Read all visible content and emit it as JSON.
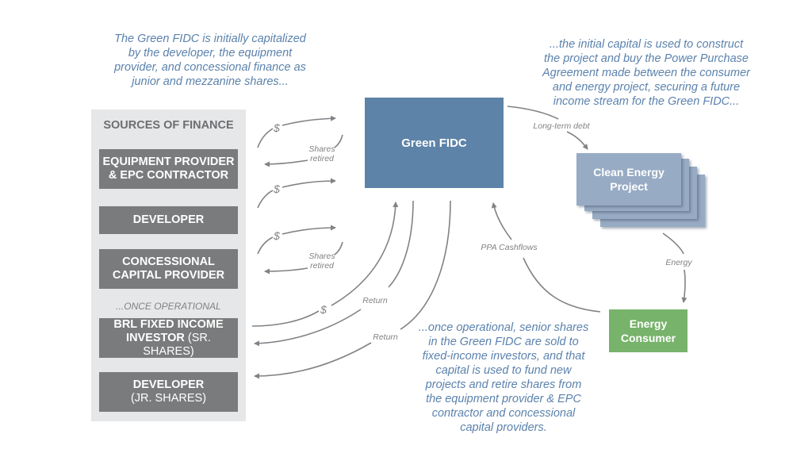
{
  "captions": {
    "top_left": "The Green FIDC is initially capitalized by the developer, the equipment provider, and concessional finance as junior and mezzanine shares...",
    "top_left_lines": [
      "The Green FIDC is initially capitalized",
      "by the developer, the equipment",
      "provider, and concessional finance as",
      "junior and mezzanine shares..."
    ],
    "top_right_lines": [
      "...the initial capital is used to construct",
      "the project and buy the Power Purchase",
      "Agreement made between the consumer",
      "and energy project, securing a future",
      "income stream for the Green FIDC..."
    ],
    "bottom_lines": [
      "...once operational, senior shares",
      "in the Green FIDC are sold to",
      "fixed-income investors, and that",
      "capital is used to fund new",
      "projects and retire shares from",
      "the equipment provider & EPC",
      "contractor and concessional",
      "capital providers."
    ]
  },
  "sources_panel": {
    "title": "SOURCES OF FINANCE",
    "items": [
      {
        "line1": "EQUIPMENT PROVIDER",
        "line2": "& EPC CONTRACTOR"
      },
      {
        "line1": "DEVELOPER"
      },
      {
        "line1": "CONCESSIONAL",
        "line2": "CAPITAL PROVIDER"
      },
      {
        "line1": "BRL FIXED INCOME",
        "line2_bold": "INVESTOR",
        "line2_light": " (SR. SHARES)"
      },
      {
        "line1": "DEVELOPER",
        "line2_light": "(JR. SHARES)"
      }
    ],
    "once_operational": "...ONCE OPERATIONAL"
  },
  "nodes": {
    "fidc": "Green FIDC",
    "clean_energy_project": [
      "Clean Energy",
      "Project"
    ],
    "energy_consumer": [
      "Energy",
      "Consumer"
    ]
  },
  "flow_labels": {
    "dollar": "$",
    "shares_retired": [
      "Shares",
      "retired"
    ],
    "return": "Return",
    "long_term_debt": "Long-term debt",
    "ppa_cashflows": "PPA Cashflows",
    "energy": "Energy"
  },
  "colors": {
    "caption_blue": "#5b82ad",
    "fidc_blue": "#5e83a8",
    "project_blue": "#97abc4",
    "consumer_green": "#77b36b",
    "source_gray": "#7a7b7d",
    "panel_gray": "#e6e7e8",
    "arrow_gray": "#808285"
  }
}
